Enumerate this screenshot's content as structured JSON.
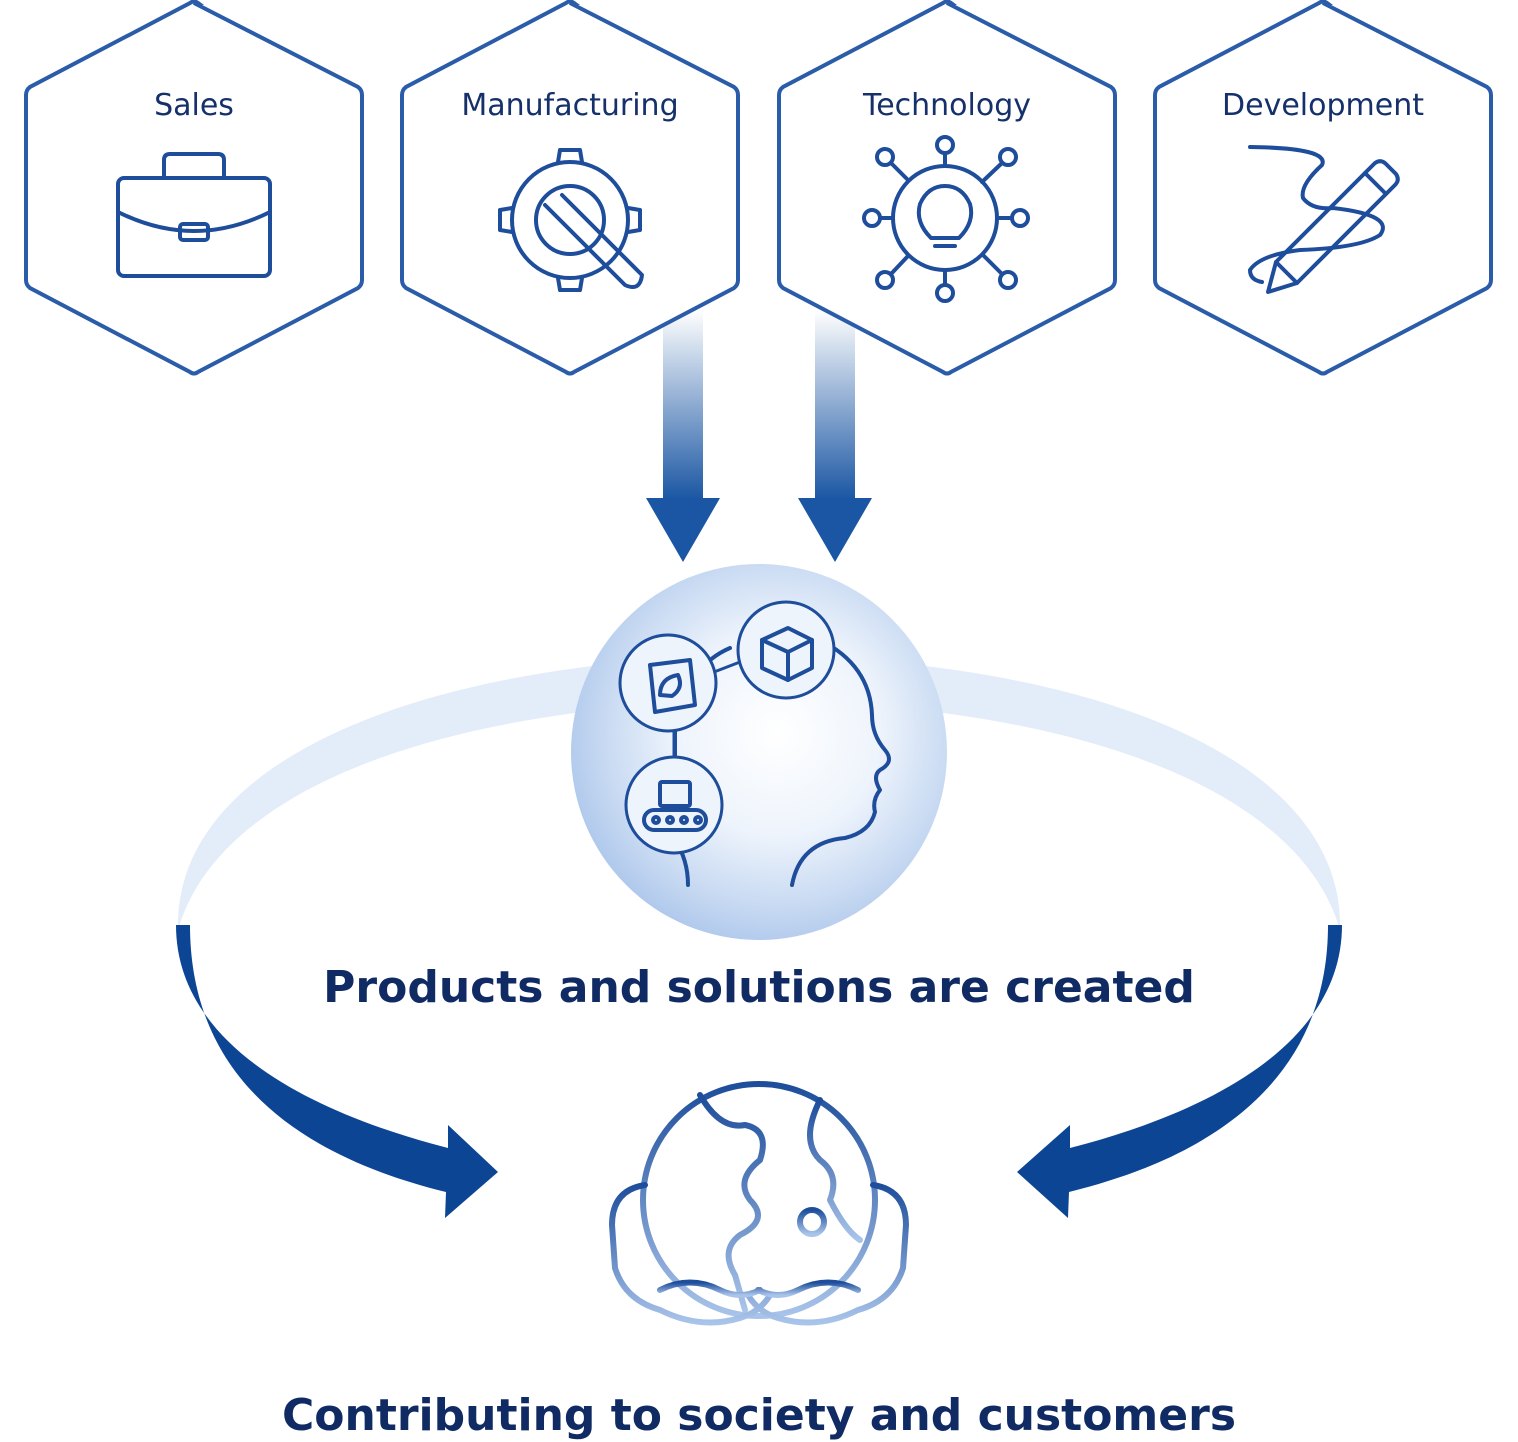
{
  "colors": {
    "hex_stroke": "#2a5caa",
    "icon_stroke": "#1d4d9b",
    "label_text": "#15306a",
    "caption_text": "#102a63",
    "arrow_dark": "#0d4595",
    "ring_light": "#e3ecf9"
  },
  "departments": [
    {
      "label": "Sales",
      "icon": "briefcase-icon"
    },
    {
      "label": "Manufacturing",
      "icon": "gear-wrench-icon"
    },
    {
      "label": "Technology",
      "icon": "lightbulb-network-icon"
    },
    {
      "label": "Development",
      "icon": "pencil-icon"
    }
  ],
  "center": {
    "icons": [
      "snack-bag-icon",
      "package-box-icon",
      "conveyor-icon",
      "head-profile-icon"
    ],
    "caption": "Products and solutions are created"
  },
  "bottom": {
    "icon": "hands-globe-icon",
    "caption": "Contributing to society and customers"
  }
}
